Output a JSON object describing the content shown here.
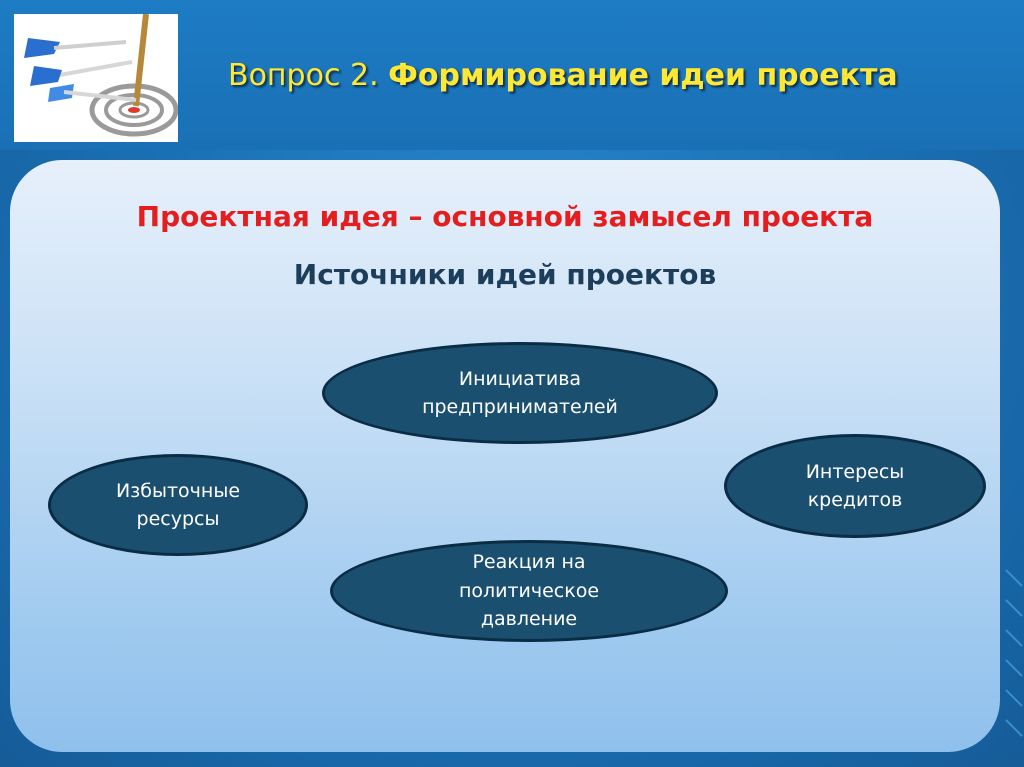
{
  "header": {
    "question": "Вопрос 2.",
    "title": "Формирование идеи проекта"
  },
  "headline": "Проектная идея – основной замысел проекта",
  "subhead": "Источники идей проектов",
  "sources": [
    "Инициатива\nпредпринимателей",
    "Интересы\nкредитов",
    "Избыточные\nресурсы",
    "Реакция на\nполитическое\nдавление"
  ],
  "colors": {
    "background": "#1a73b8",
    "title": "#ffe833",
    "headline": "#e41e1e",
    "subhead": "#1c3e5a",
    "oval_fill": "#1b4f70",
    "oval_border": "#0a2c45"
  },
  "icons": [
    "darts-target-icon"
  ]
}
